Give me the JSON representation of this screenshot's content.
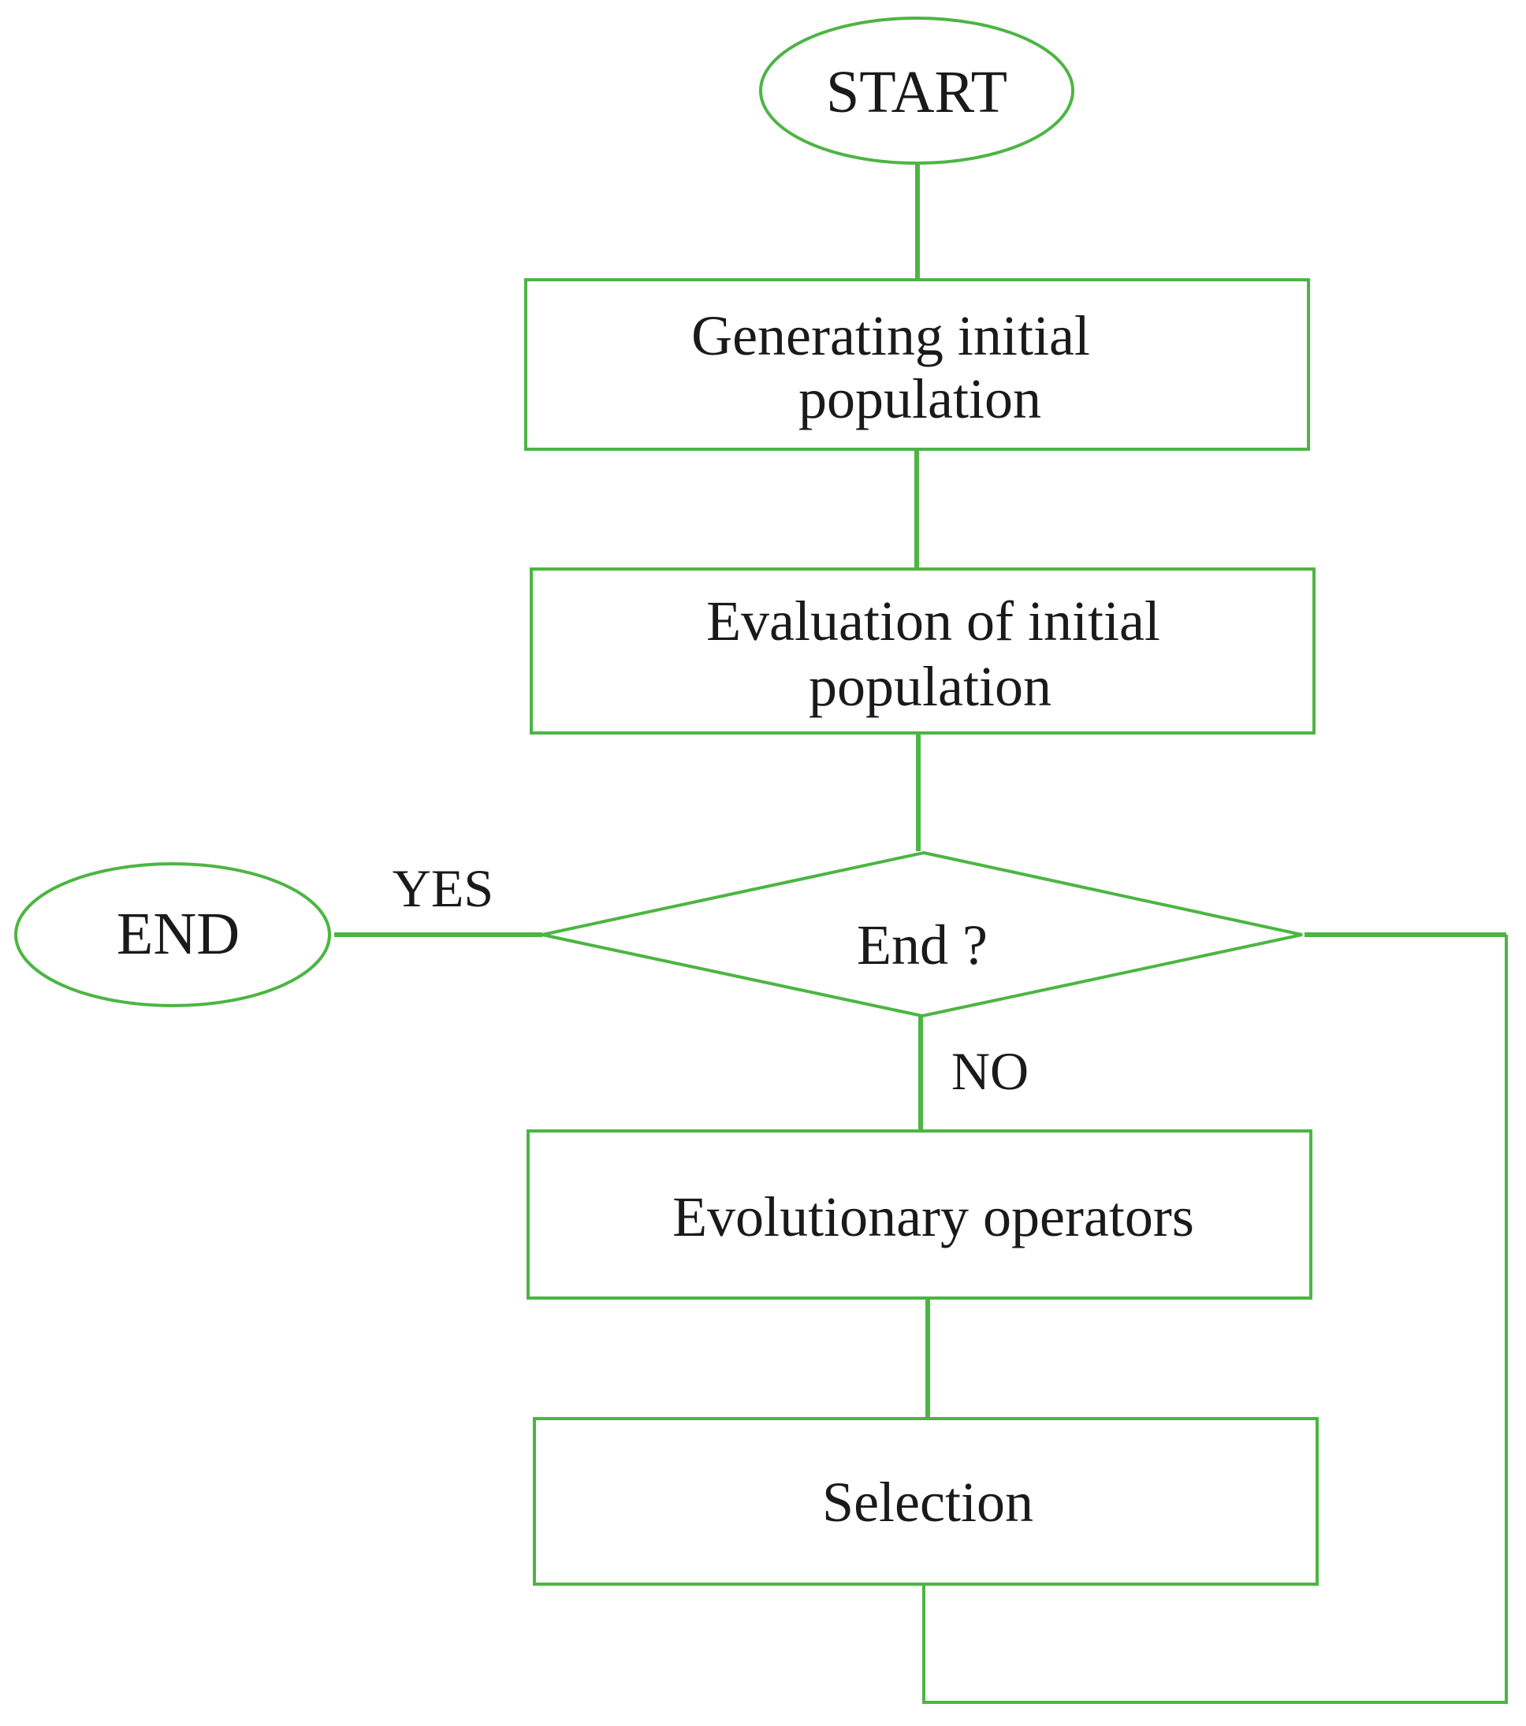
{
  "colors": {
    "stroke": "#4cb543",
    "text": "#1a1a1a",
    "background": "#ffffff"
  },
  "nodes": {
    "start": {
      "label": "START"
    },
    "generate": {
      "line1": "Generating initial",
      "line2": "population"
    },
    "evaluate": {
      "line1": "Evaluation of initial",
      "line2": "population"
    },
    "decision": {
      "label": "End ?"
    },
    "end": {
      "label": "END"
    },
    "operators": {
      "label": "Evolutionary operators"
    },
    "selection": {
      "label": "Selection"
    }
  },
  "edges": {
    "yes_label": "YES",
    "no_label": "NO"
  }
}
